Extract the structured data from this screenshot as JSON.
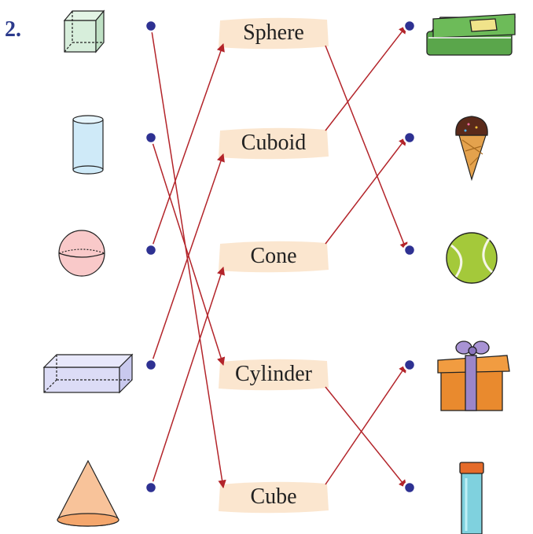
{
  "question_number": "2.",
  "labels": [
    "Sphere",
    "Cuboid",
    "Cone",
    "Cylinder",
    "Cube"
  ],
  "left_shapes": [
    "cube-shape",
    "cylinder-shape",
    "sphere-shape",
    "cuboid-shape",
    "cone-shape"
  ],
  "right_objects": [
    "book",
    "ice-cream-cone",
    "tennis-ball",
    "gift-box",
    "tube"
  ],
  "matches": [
    {
      "from": "cube-shape",
      "to_label": "Cube"
    },
    {
      "from": "cylinder-shape",
      "to_label": "Cylinder"
    },
    {
      "from": "sphere-shape",
      "to_label": "Sphere"
    },
    {
      "from": "cuboid-shape",
      "to_label": "Cuboid"
    },
    {
      "from": "cone-shape",
      "to_label": "Cone"
    },
    {
      "label": "Sphere",
      "to_object": "tennis-ball"
    },
    {
      "label": "Cuboid",
      "to_object": "book"
    },
    {
      "label": "Cone",
      "to_object": "ice-cream-cone"
    },
    {
      "label": "Cylinder",
      "to_object": "tube"
    },
    {
      "label": "Cube",
      "to_object": "gift-box"
    }
  ],
  "colors": {
    "dot": "#2e3192",
    "arrow": "#b3242a",
    "label_bg": "#fbe6cf",
    "qnum": "#2b3a8c"
  }
}
